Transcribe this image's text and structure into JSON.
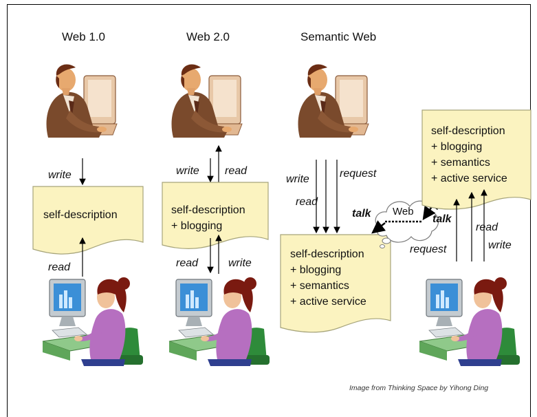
{
  "columns": {
    "web1": "Web 1.0",
    "web2": "Web 2.0",
    "semantic": "Semantic Web"
  },
  "labels": {
    "write": "write",
    "read": "read",
    "request": "request",
    "talk": "talk"
  },
  "docs": {
    "web1": [
      "self-description"
    ],
    "web2": [
      "self-description",
      "+ blogging"
    ],
    "semantic_left": [
      "self-description",
      "+ blogging",
      "+ semantics",
      "+ active service"
    ],
    "semantic_right": [
      "self-description",
      "+ blogging",
      "+ semantics",
      "+ active service"
    ]
  },
  "cloud_label": "Web",
  "credit": "Image from Thinking Space by Yihong Ding",
  "colors": {
    "doc_fill": "#fbf3c0",
    "doc_stroke": "#a6a47a",
    "skin": "#e7a96f",
    "suit": "#7a4a2c",
    "monitor": "#b8bfc4",
    "screen": "#3b8fd7",
    "shirt": "#b66fc0",
    "chair": "#2e8b3a"
  },
  "icons": [
    "businessman-at-computer",
    "woman-at-computer",
    "cloud"
  ]
}
